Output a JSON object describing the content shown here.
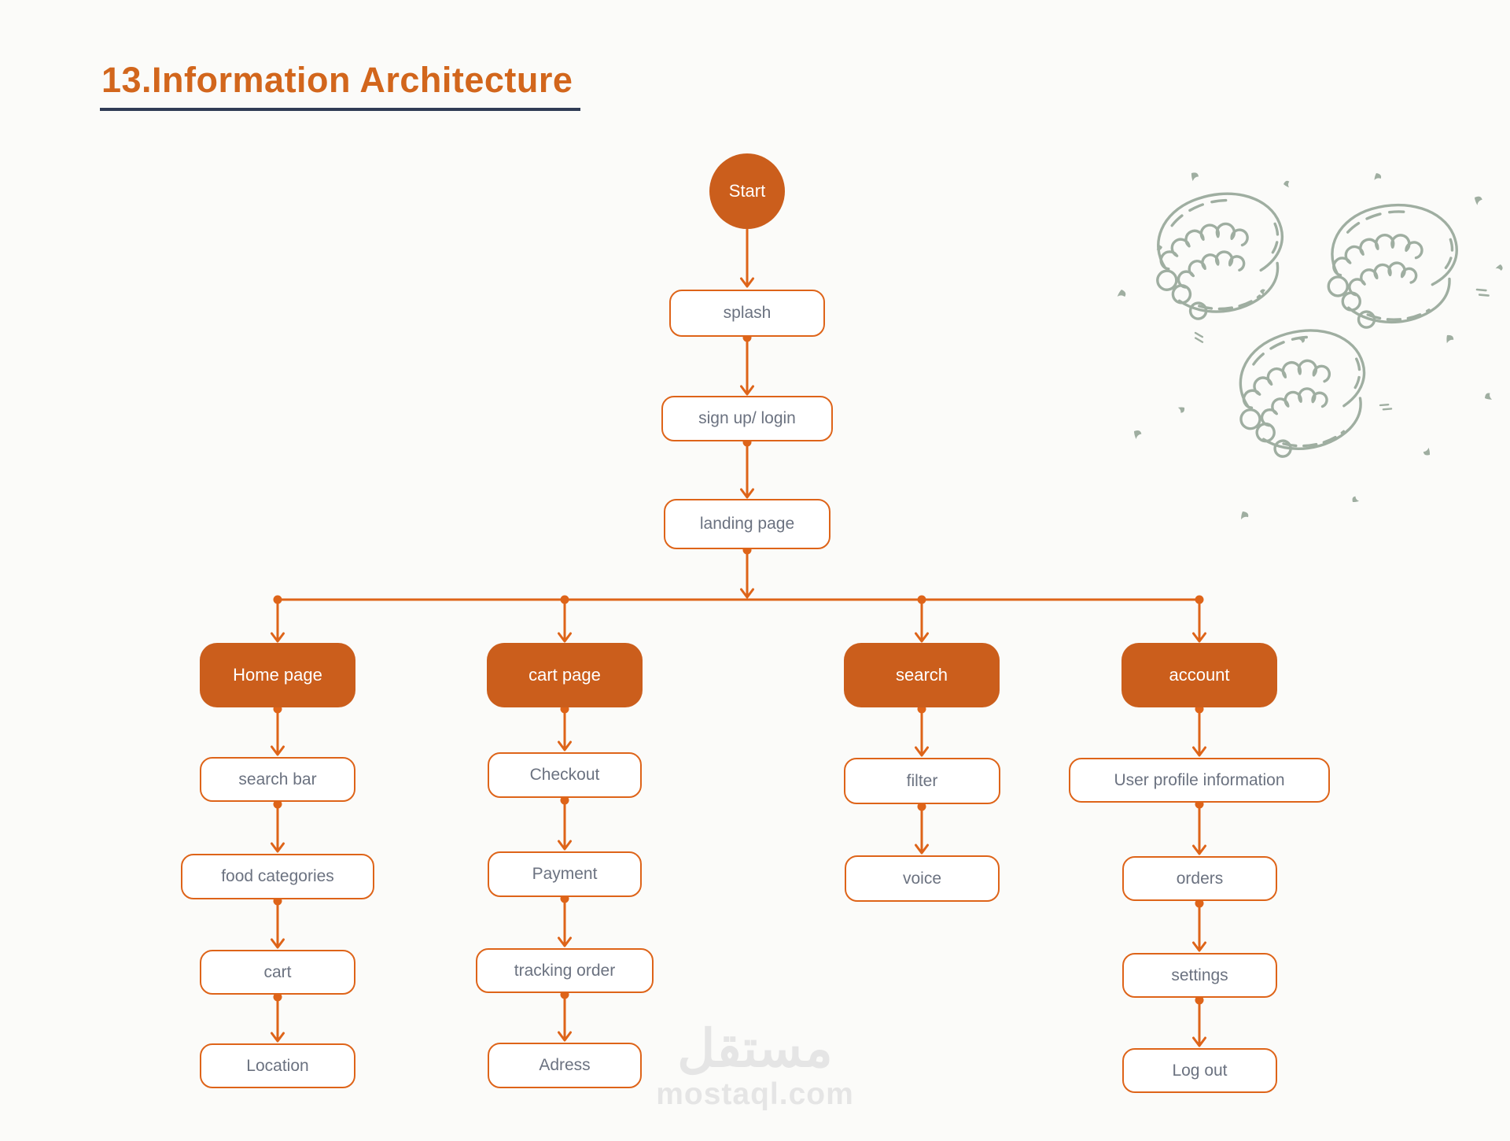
{
  "title": "13.Information Architecture",
  "flow": {
    "start_label": "Start",
    "chain": [
      "splash",
      "sign up/ login",
      "landing page"
    ],
    "branches": [
      {
        "label": "Home page",
        "children": [
          "search bar",
          "food categories",
          "cart",
          "Location"
        ]
      },
      {
        "label": "cart page",
        "children": [
          "Checkout",
          "Payment",
          "tracking order",
          "Adress"
        ]
      },
      {
        "label": "search",
        "children": [
          "filter",
          "voice"
        ]
      },
      {
        "label": "account",
        "children": [
          "User profile information",
          "orders",
          "settings",
          "Log out"
        ]
      }
    ]
  },
  "watermark": {
    "arabic": "مستقل",
    "latin": "mostaql.com"
  },
  "decor": {
    "icon": "macaron-sketch",
    "count": 3,
    "color": "#9FAEA1"
  },
  "colors": {
    "background": "#FBFBF9",
    "accent_line": "#DE6419",
    "node_fill": "#CB5E1C",
    "title": "#D2661C",
    "title_underline": "#303C55",
    "node_text": "#6B7280",
    "watermark": "#E5E5E5"
  }
}
